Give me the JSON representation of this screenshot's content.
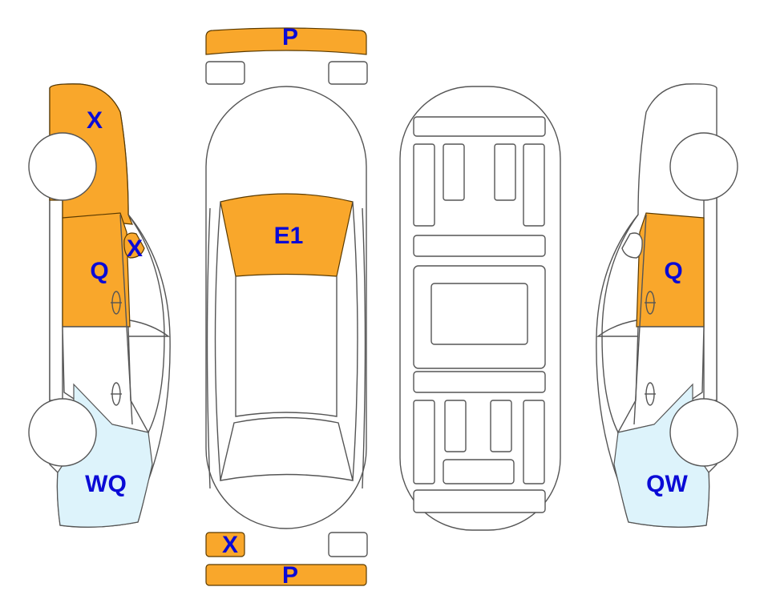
{
  "colors": {
    "damage_orange": "#F9A72B",
    "damage_blue": "#DDF3FB",
    "label": "#0A0AD6",
    "outline": "#555555"
  },
  "left_side": {
    "front_fender": "X",
    "mirror": "X",
    "front_door": "Q",
    "rear_quarter": "WQ"
  },
  "top_view": {
    "front_bumper": "P",
    "windshield": "E1",
    "rear_left_light": "X",
    "rear_bumper": "P"
  },
  "right_side": {
    "front_door": "Q",
    "rear_quarter": "QW"
  }
}
